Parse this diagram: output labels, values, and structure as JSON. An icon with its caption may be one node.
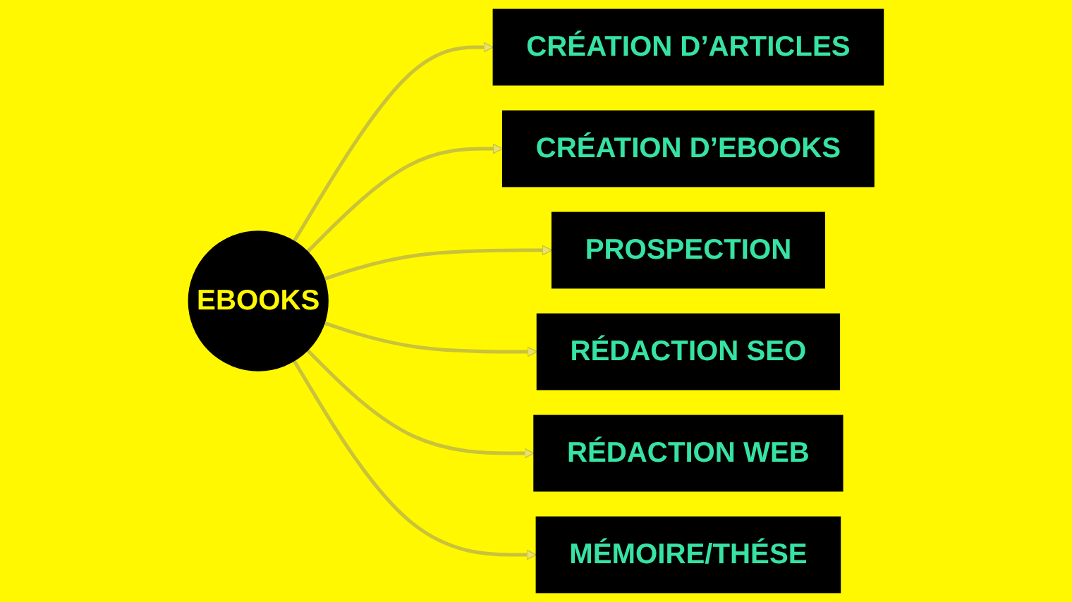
{
  "diagram": {
    "nodes": [
      {
        "text": [
          "EBOOKS"
        ]
      },
      {
        "text": [
          "CRÉATION D’ARTICLES"
        ]
      },
      {
        "text": [
          "CRÉATION D’EBOOKS"
        ]
      },
      {
        "text": [
          "PROSPECTION"
        ]
      },
      {
        "text": [
          "RÉDACTION SEO"
        ]
      },
      {
        "text": [
          "RÉDACTION WEB"
        ]
      },
      {
        "text": [
          "MÉMOIRE/THÉSE"
        ]
      }
    ],
    "edges": [
      {
        "from": 0,
        "to": 1,
        "arrow": "to"
      },
      {
        "from": 0,
        "to": 2,
        "arrow": "to"
      },
      {
        "from": 0,
        "to": 3,
        "arrow": "to"
      },
      {
        "from": 0,
        "to": 4,
        "arrow": "to"
      },
      {
        "from": 0,
        "to": 5,
        "arrow": "to"
      },
      {
        "from": 0,
        "to": 6,
        "arrow": "to"
      }
    ]
  }
}
